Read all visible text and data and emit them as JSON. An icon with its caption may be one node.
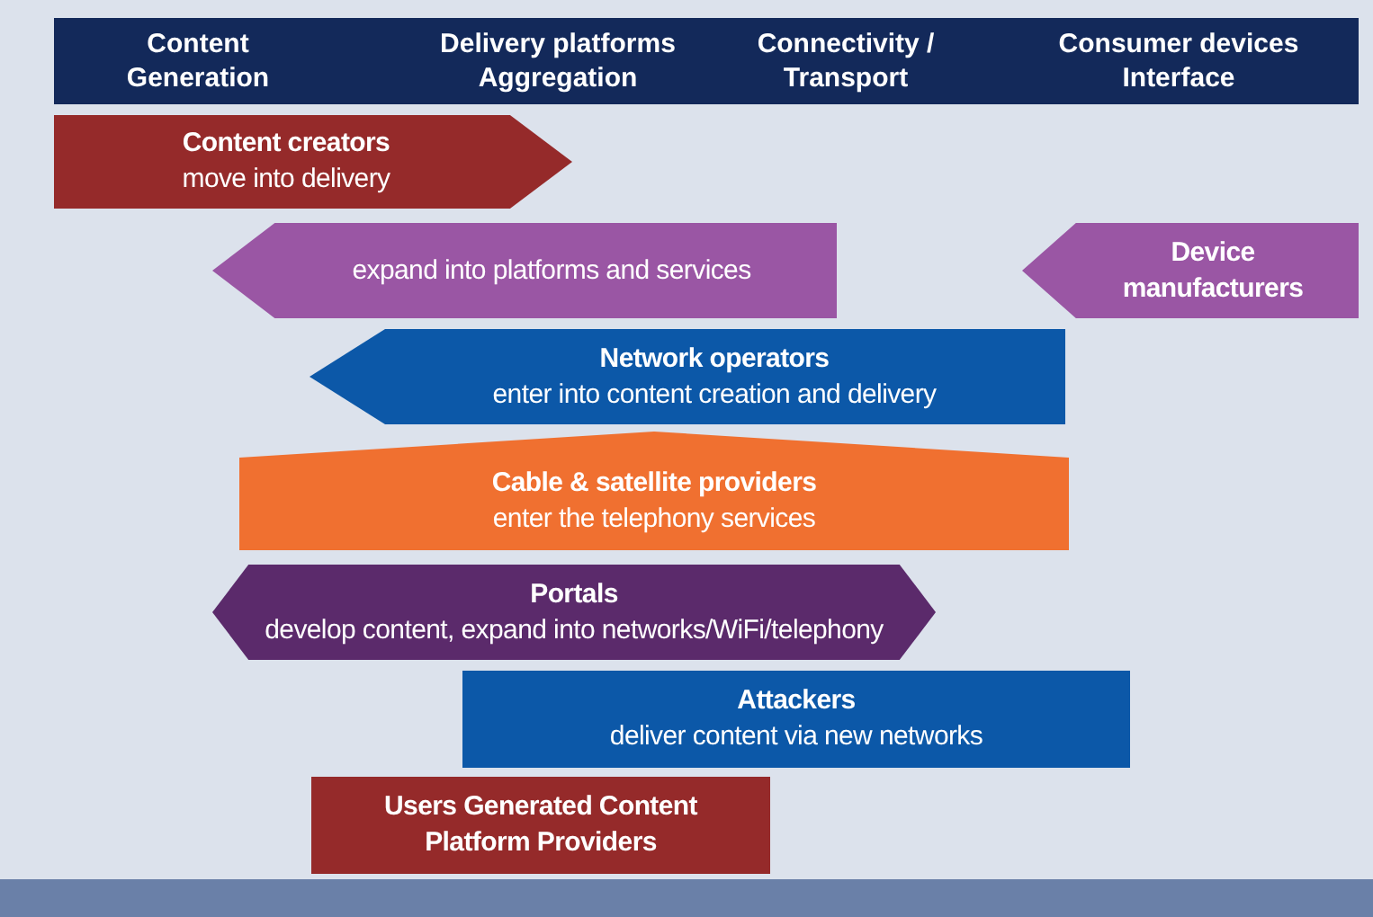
{
  "diagram": {
    "nodes": [
      {
        "text": [
          "Content creators",
          "move into delivery"
        ]
      },
      {
        "text": [
          "expand into platforms and services"
        ]
      },
      {
        "text": [
          "Device manufacturers"
        ]
      },
      {
        "text": [
          "Network operators",
          "enter into content creation and delivery"
        ]
      },
      {
        "text": [
          "Cable & satellite providers",
          "enter the telephony services"
        ]
      },
      {
        "text": [
          "Portals",
          "develop content, expand into networks/WiFi/telephony"
        ]
      },
      {
        "text": [
          "Attackers",
          "deliver content via new networks"
        ]
      },
      {
        "text": [
          "Users Generated Content Platform Providers"
        ]
      }
    ],
    "edges": [],
    "labels": [
      "Content Generation",
      "Delivery platforms Aggregation",
      "Connectivity / Transport",
      "Consumer devices Interface"
    ]
  }
}
